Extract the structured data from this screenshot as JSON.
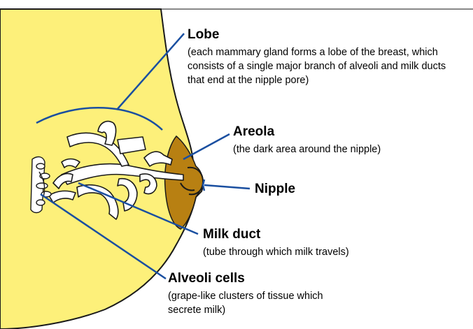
{
  "colors": {
    "skin": "#FDF07A",
    "outline": "#1A1A1A",
    "areola": "#B88012",
    "pointer_line": "#1A4FA0",
    "background": "#FFFFFF"
  },
  "labels": {
    "lobe": {
      "title": "Lobe",
      "description": "(each mammary gland forms a lobe of the breast, which consists of a single major branch of alveoli and milk ducts that end at the nipple pore)"
    },
    "areola": {
      "title": "Areola",
      "description": "(the dark area around the nipple)"
    },
    "nipple": {
      "title": "Nipple"
    },
    "milk_duct": {
      "title": "Milk duct",
      "description": "(tube through which milk travels)"
    },
    "alveoli_cells": {
      "title": "Alveoli cells",
      "description": "(grape-like clusters of tissue which secrete milk)"
    }
  }
}
